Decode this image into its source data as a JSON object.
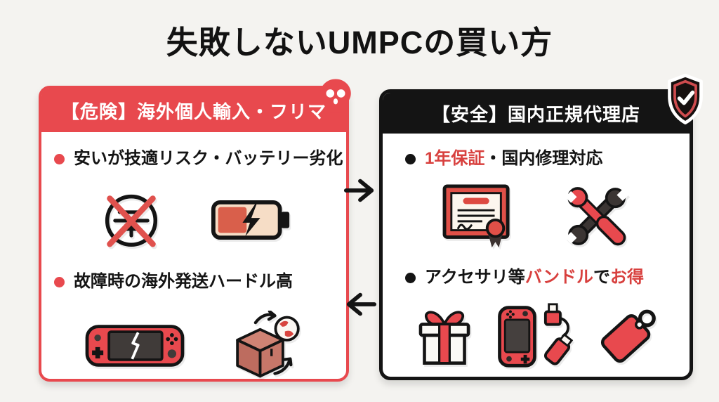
{
  "page": {
    "title": "失敗しないUMPCの買い方"
  },
  "colors": {
    "background": "#f4f3f0",
    "accent_red": "#e8494e",
    "accent_black": "#141414",
    "text_red": "#d8403e",
    "panel_bg": "#ffffff"
  },
  "left_panel": {
    "header": "【危険】海外個人輸入・フリマ",
    "badge_icon": "skull-icon",
    "items": [
      {
        "text": "安いが技適リスク・バッテリー劣化",
        "icons": [
          "no-certification-icon",
          "battery-low-icon"
        ]
      },
      {
        "text": "故障時の海外発送ハードル高",
        "icons": [
          "broken-console-icon",
          "overseas-shipping-icon"
        ]
      }
    ]
  },
  "right_panel": {
    "header": "【安全】国内正規代理店",
    "badge_icon": "shield-check-icon",
    "items": [
      {
        "segments": [
          {
            "text": "1年保証",
            "color": "red"
          },
          {
            "text": "・国内修理対応",
            "color": "black"
          }
        ],
        "icons": [
          "certificate-icon",
          "repair-tools-icon"
        ]
      },
      {
        "segments": [
          {
            "text": "アクセサリ等",
            "color": "black"
          },
          {
            "text": "バンドル",
            "color": "red"
          },
          {
            "text": "で",
            "color": "black"
          },
          {
            "text": "お得",
            "color": "red"
          }
        ],
        "icons": [
          "gift-icon",
          "console-accessory-icon",
          "price-tag-icon"
        ]
      }
    ]
  },
  "arrows": {
    "top": "arrow-right-icon",
    "bottom": "arrow-left-icon"
  }
}
